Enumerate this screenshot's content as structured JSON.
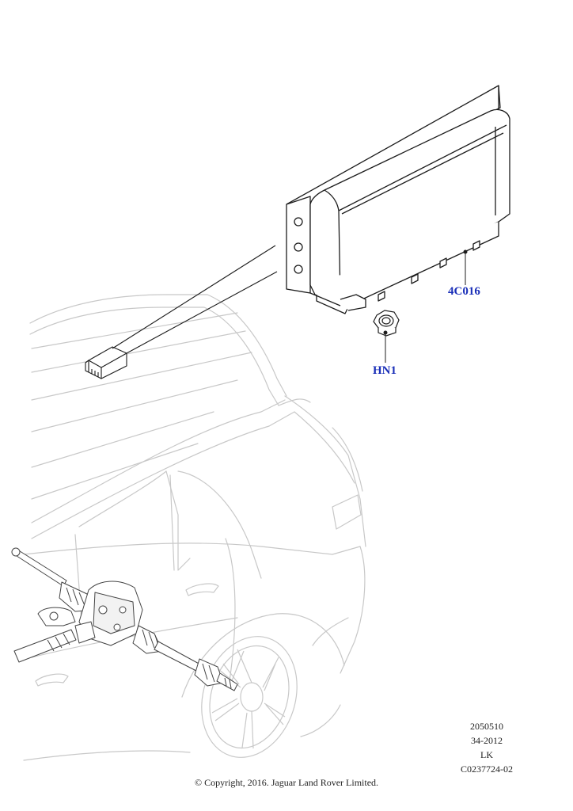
{
  "callouts": {
    "module": "4C016",
    "nut": "HN1"
  },
  "reference": {
    "line1": "2050510",
    "line2": "34-2012",
    "line3": "LK",
    "line4": "C0237724-02"
  },
  "copyright": "© Copyright, 2016. Jaguar Land Rover Limited.",
  "colors": {
    "callout": "#1a2fb8",
    "part_outline": "#1c1c1c",
    "vehicle_ghost": "#c8c8c8"
  }
}
